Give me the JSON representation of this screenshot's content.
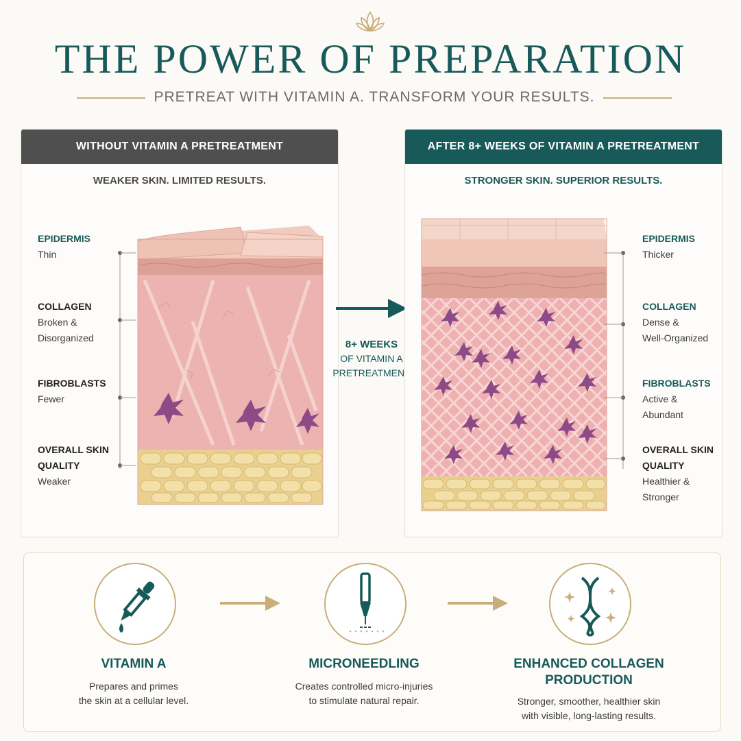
{
  "header": {
    "title": "THE POWER OF PREPARATION",
    "subtitle": "PRETREAT WITH VITAMIN A. TRANSFORM YOUR RESULTS.",
    "icon": "lotus-icon"
  },
  "colors": {
    "teal": "#175a59",
    "gold": "#c9ad7a",
    "dark_header": "#4f4f4f",
    "skin_pink": "#eeb4b0",
    "fat_yellow": "#f0dca0",
    "fibroblast_purple": "#8d4a86"
  },
  "left_panel": {
    "header": "WITHOUT VITAMIN A PRETREATMENT",
    "tagline": "WEAKER SKIN. LIMITED RESULTS.",
    "labels": [
      {
        "title": "EPIDERMIS",
        "value": "Thin"
      },
      {
        "title": "COLLAGEN",
        "value": "Broken &",
        "value2": "Disorganized"
      },
      {
        "title": "FIBROBLASTS",
        "value": "Fewer"
      },
      {
        "title": "OVERALL SKIN",
        "title2": "QUALITY",
        "value": "Weaker"
      }
    ]
  },
  "right_panel": {
    "header": "AFTER 8+ WEEKS OF VITAMIN A PRETREATMENT",
    "tagline": "STRONGER SKIN. SUPERIOR RESULTS.",
    "labels": [
      {
        "title": "EPIDERMIS",
        "value": "Thicker"
      },
      {
        "title": "COLLAGEN",
        "value": "Dense &",
        "value2": "Well-Organized"
      },
      {
        "title": "FIBROBLASTS",
        "value": "Active &",
        "value2": "Abundant"
      },
      {
        "title": "OVERALL SKIN",
        "title2": "QUALITY",
        "value": "Healthier &",
        "value2": "Stronger"
      }
    ]
  },
  "transition": {
    "line1": "8+ WEEKS",
    "line2": "OF VITAMIN A",
    "line3": "PRETREATMENT"
  },
  "steps": [
    {
      "icon": "dropper-icon",
      "title": "VITAMIN A",
      "desc1": "Prepares and primes",
      "desc2": "the skin at a cellular level."
    },
    {
      "icon": "microneedle-icon",
      "title": "MICRONEEDLING",
      "desc1": "Creates controlled micro-injuries",
      "desc2": "to stimulate natural repair."
    },
    {
      "icon": "collagen-helix-icon",
      "title": "ENHANCED COLLAGEN",
      "title2": "PRODUCTION",
      "desc1": "Stronger, smoother, healthier skin",
      "desc2": "with visible, long-lasting results."
    }
  ]
}
